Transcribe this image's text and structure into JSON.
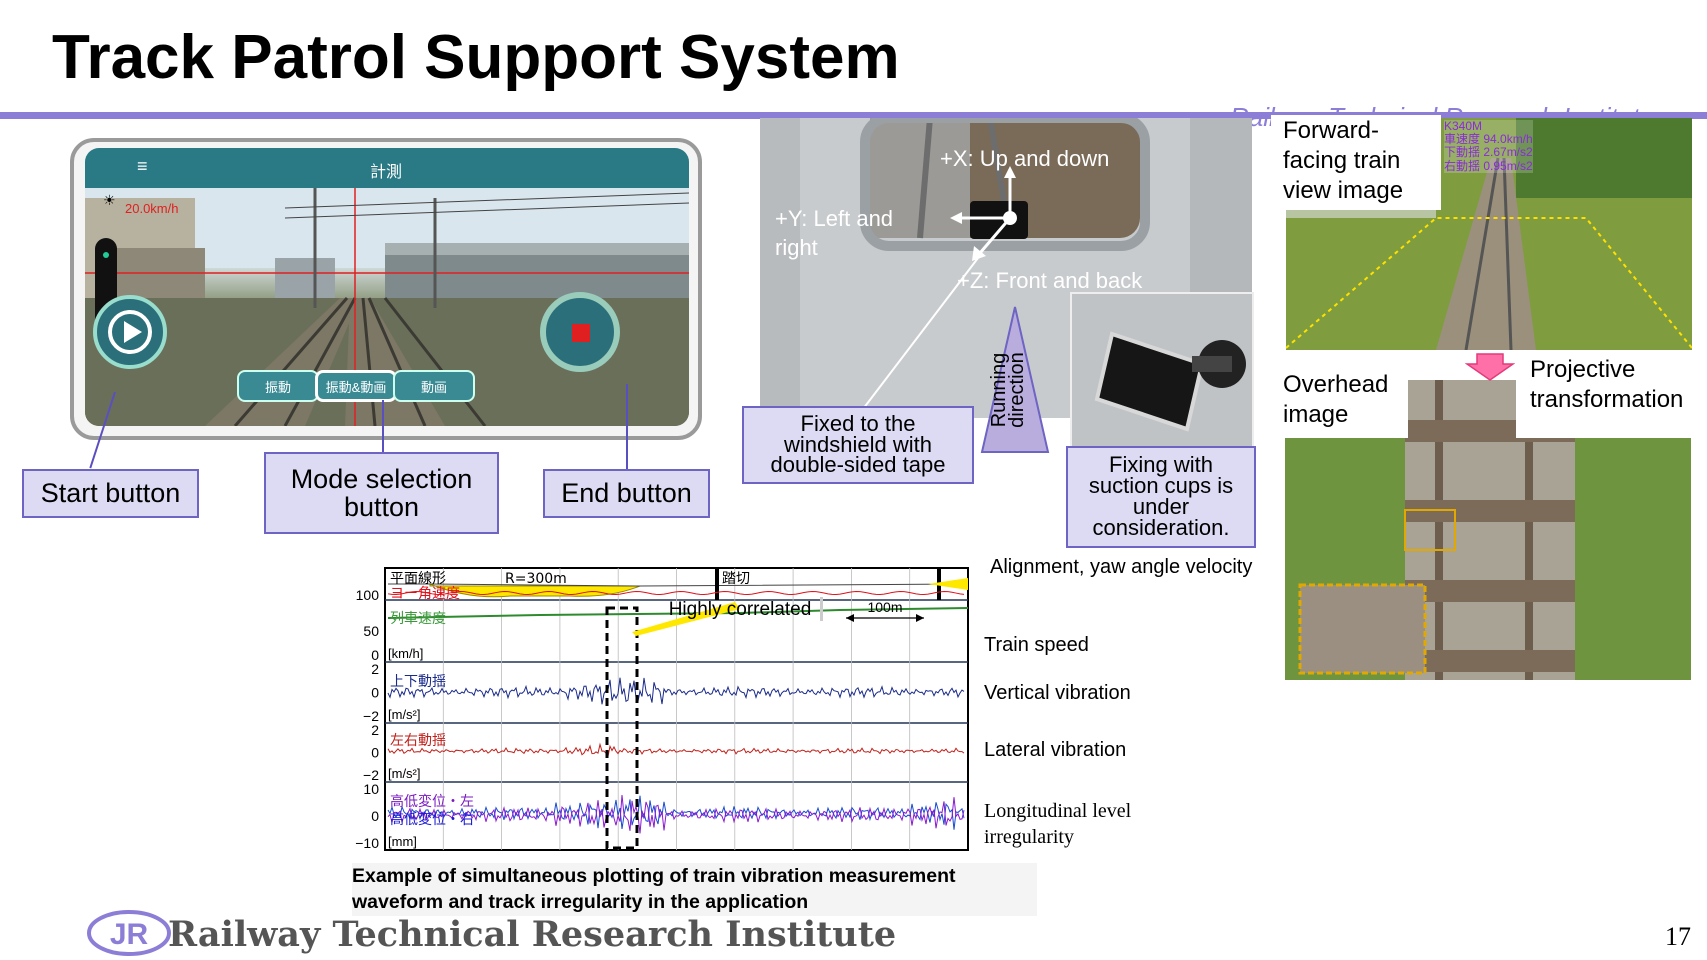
{
  "slide": {
    "title": "Track Patrol Support System",
    "watermark": "Railway Technical Research Institute",
    "page_number": "17",
    "footer_org": "Railway Technical Research Institute",
    "footer_logo_letters": "JR",
    "accent_color": "#8c7ed6"
  },
  "phone": {
    "appbar_title": "計測",
    "menu_icon": "hamburger-menu-icon",
    "speed_readout": "20.0km/h",
    "modes": [
      "振動",
      "振動&動画",
      "動画"
    ],
    "start_icon": "play-icon",
    "end_icon": "stop-icon"
  },
  "callouts": {
    "start": "Start button",
    "mode": "Mode selection button",
    "end": "End button"
  },
  "mount": {
    "x_axis": "+X: Up and down",
    "y_axis": "+Y: Left and right",
    "z_axis": "+Z: Front and back",
    "direction": "Running direction",
    "fixed": "Fixed to the windshield with double-sided tape",
    "suction": "Fixing with suction cups is under consideration."
  },
  "right": {
    "forward_label": "Forward-facing train view image",
    "overhead_label": "Overhead image",
    "transform_label": "Projective transformation",
    "overlay_lines": [
      "K340M",
      "車速度 94.0km/h",
      "下動揺 2.67m/s2",
      "右動揺 0.95m/s2"
    ]
  },
  "chart_data": {
    "type": "line",
    "title": "",
    "caption": "Example of simultaneous plotting of train vibration measurement waveform and track irregularity in the application",
    "annotation": "Highly correlated",
    "scale_bar": "100m",
    "top_labels": [
      "平面線形",
      "R=300m",
      "踏切"
    ],
    "panels": [
      {
        "label_jp": "ヨー角速度",
        "label_en": "Alignment, yaw angle velocity",
        "color": "#e0101a",
        "ticks": []
      },
      {
        "label_jp": "列車速度",
        "unit": "[km/h]",
        "label_en": "Train speed",
        "color": "#3a9a3a",
        "ticks": [
          "100",
          "50",
          "0"
        ]
      },
      {
        "label_jp": "上下動揺",
        "unit": "[m/s²]",
        "label_en": "Vertical vibration",
        "color": "#1a2a8a",
        "ticks": [
          "2",
          "0",
          "−2"
        ]
      },
      {
        "label_jp": "左右動揺",
        "unit": "[m/s²]",
        "label_en": "Lateral vibration",
        "color": "#c0201a",
        "ticks": [
          "2",
          "0",
          "−2"
        ]
      },
      {
        "label_jp": [
          "高低変位・左",
          "高低変位・右"
        ],
        "unit": "[mm]",
        "label_en": "Longitudinal level irregularity",
        "color": "#7a1ac0",
        "ticks": [
          "10",
          "0",
          "−10"
        ]
      }
    ]
  }
}
